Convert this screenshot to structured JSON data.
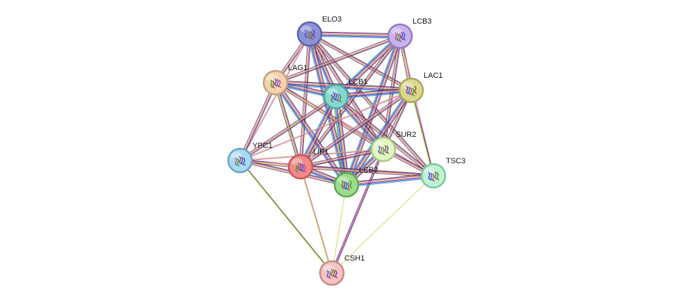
{
  "network": {
    "nodes": [
      {
        "id": "ELO3",
        "label": "ELO3",
        "color": "#8b93d6",
        "border": "#5a62a8"
      },
      {
        "id": "LCB3",
        "label": "LCB3",
        "color": "#c9b3ef",
        "border": "#9378c9"
      },
      {
        "id": "LAG1",
        "label": "LAG1",
        "color": "#f6d3ad",
        "border": "#c6a27a"
      },
      {
        "id": "LCB1",
        "label": "LCB1",
        "color": "#84d6cf",
        "border": "#4ea69f"
      },
      {
        "id": "LAC1",
        "label": "LAC1",
        "color": "#dbd88b",
        "border": "#aaa65a"
      },
      {
        "id": "SUR2",
        "label": "SUR2",
        "color": "#e2f7bf",
        "border": "#a9c98a"
      },
      {
        "id": "YPC1",
        "label": "YPC1",
        "color": "#a9daf4",
        "border": "#6aa4c4"
      },
      {
        "id": "LIP1",
        "label": "LIP1",
        "color": "#f38a8a",
        "border": "#c75656"
      },
      {
        "id": "LCB2",
        "label": "LCB2",
        "color": "#9bdc8b",
        "border": "#5da94d"
      },
      {
        "id": "TSC3",
        "label": "TSC3",
        "color": "#bdf2d3",
        "border": "#7cc79b"
      },
      {
        "id": "CSH1",
        "label": "CSH1",
        "color": "#f5c3c3",
        "border": "#c68a8a"
      }
    ],
    "edge_colors": {
      "black": "#333333",
      "magenta": "#d93fd9",
      "yellow": "#c7d94a",
      "purple": "#7b2d7b",
      "blue": "#4040ff",
      "cyan": "#30b0b0",
      "green": "#2fa02f"
    }
  }
}
